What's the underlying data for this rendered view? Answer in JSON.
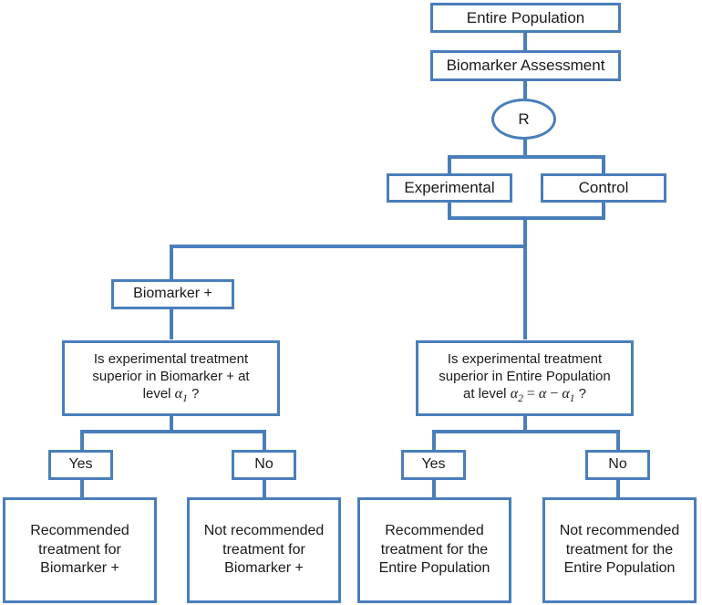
{
  "diagram": {
    "title": "Biomarker-stratified adaptive trial design flowchart",
    "accent_color": "#4a7ebb",
    "background_color": "#ffffff",
    "text_color": "#1a1a1a"
  },
  "nodes": {
    "entire_population": "Entire Population",
    "biomarker_assessment": "Biomarker Assessment",
    "randomize": "R",
    "experimental": "Experimental",
    "control": "Control",
    "biomarker_positive": "Biomarker +",
    "decision_left": {
      "line1": "Is experimental treatment",
      "line2": "superior in Biomarker + at",
      "line3_prefix": "level ",
      "line3_alpha": "α",
      "line3_sub": "1",
      "line3_suffix": " ?"
    },
    "decision_right": {
      "line1": "Is experimental treatment",
      "line2": "superior in Entire Population",
      "line3_prefix": "at level ",
      "line3_alpha2": "α",
      "line3_sub2": "2",
      "line3_eq": " = ",
      "line3_alpha": "α",
      "line3_minus": " − ",
      "line3_alpha1": "α",
      "line3_sub1": "1",
      "line3_suffix": " ?"
    },
    "yes_left": "Yes",
    "no_left": "No",
    "yes_right": "Yes",
    "no_right": "No",
    "outcome_1": {
      "line1": "Recommended",
      "line2": "treatment for",
      "line3": "Biomarker +"
    },
    "outcome_2": {
      "line1": "Not recommended",
      "line2": "treatment for",
      "line3": "Biomarker +"
    },
    "outcome_3": {
      "line1": "Recommended",
      "line2": "treatment for the",
      "line3": "Entire Population"
    },
    "outcome_4": {
      "line1": "Not recommended",
      "line2": "treatment for the",
      "line3": "Entire Population"
    }
  }
}
